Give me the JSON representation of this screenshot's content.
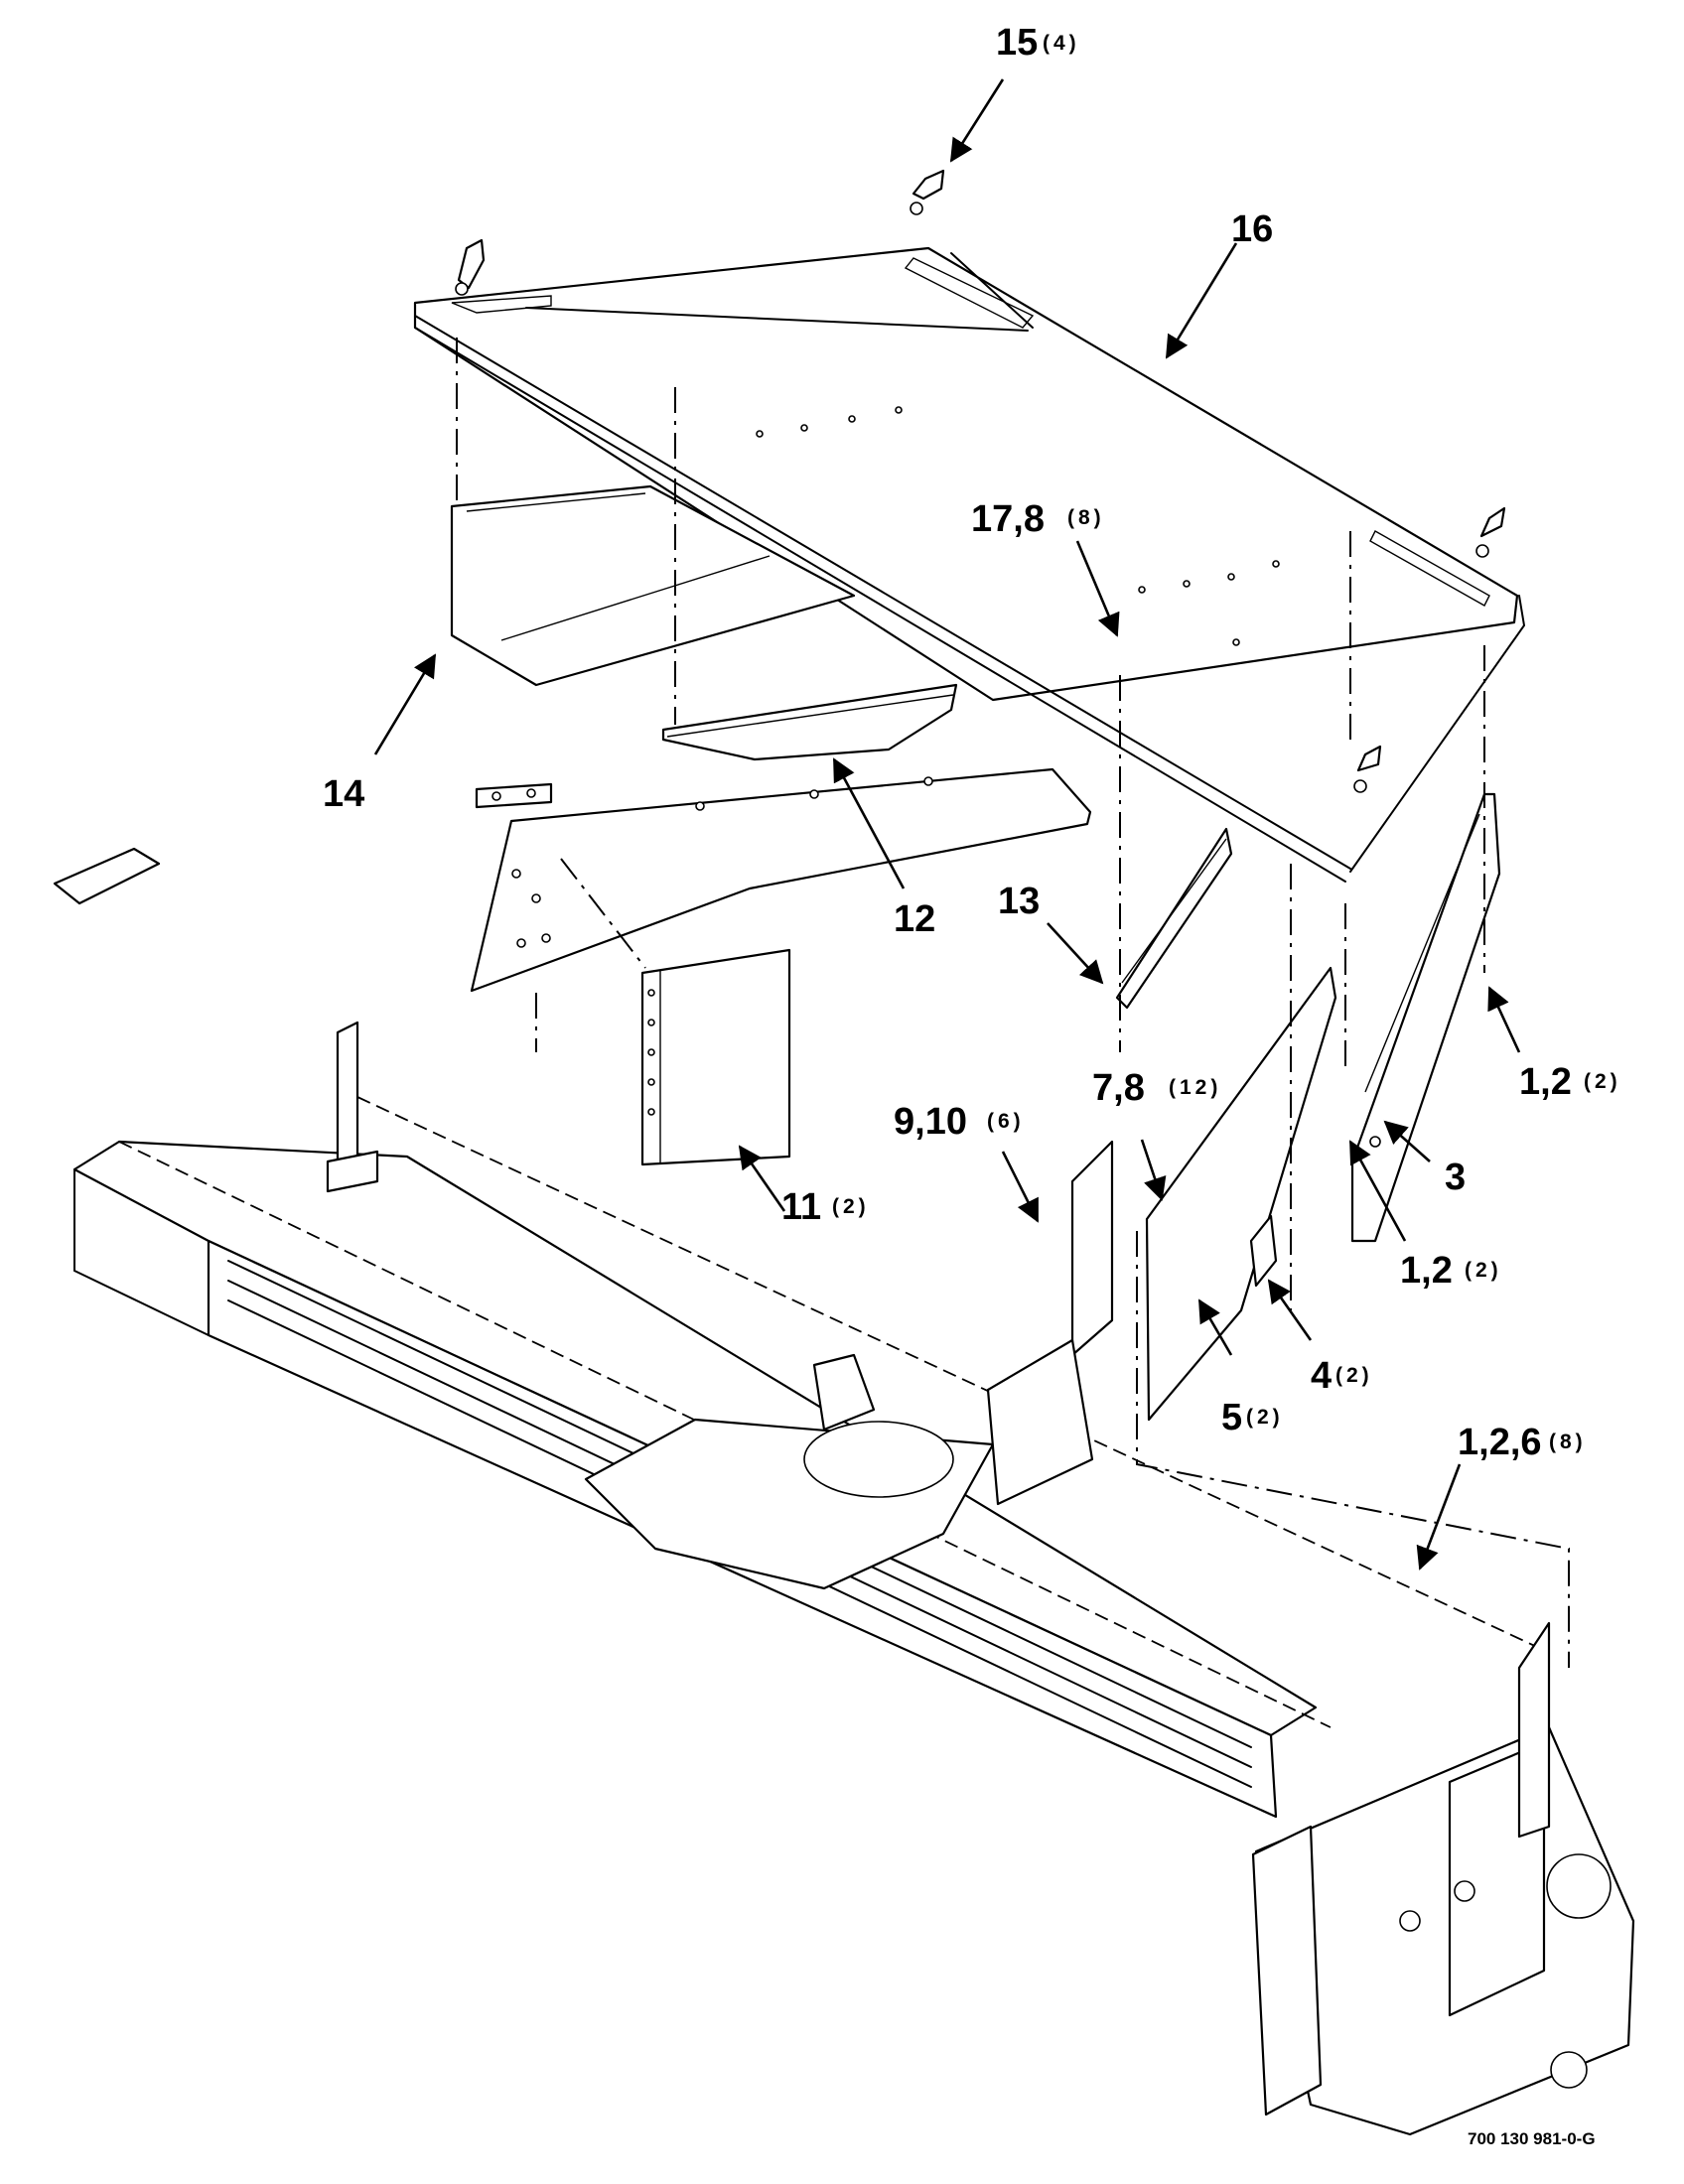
{
  "callouts": [
    {
      "id": "c15",
      "label": "15",
      "qty": "(4)"
    },
    {
      "id": "c16",
      "label": "16",
      "qty": ""
    },
    {
      "id": "c17",
      "label": "17,8",
      "qty": "(8)"
    },
    {
      "id": "c14",
      "label": "14",
      "qty": ""
    },
    {
      "id": "c12",
      "label": "12",
      "qty": ""
    },
    {
      "id": "c13",
      "label": "13",
      "qty": ""
    },
    {
      "id": "c11",
      "label": "11",
      "qty": "(2)"
    },
    {
      "id": "c9",
      "label": "9,10",
      "qty": "(6)"
    },
    {
      "id": "c7",
      "label": "7,8",
      "qty": "(12)"
    },
    {
      "id": "c1a",
      "label": "1,2",
      "qty": "(2)"
    },
    {
      "id": "c3",
      "label": "3",
      "qty": ""
    },
    {
      "id": "c1b",
      "label": "1,2",
      "qty": "(2)"
    },
    {
      "id": "c4",
      "label": "4",
      "qty": "(2)"
    },
    {
      "id": "c5",
      "label": "5",
      "qty": "(2)"
    },
    {
      "id": "c1c",
      "label": "1,2,6",
      "qty": "(8)"
    }
  ],
  "drawing_number": "700 130 981-0-G"
}
